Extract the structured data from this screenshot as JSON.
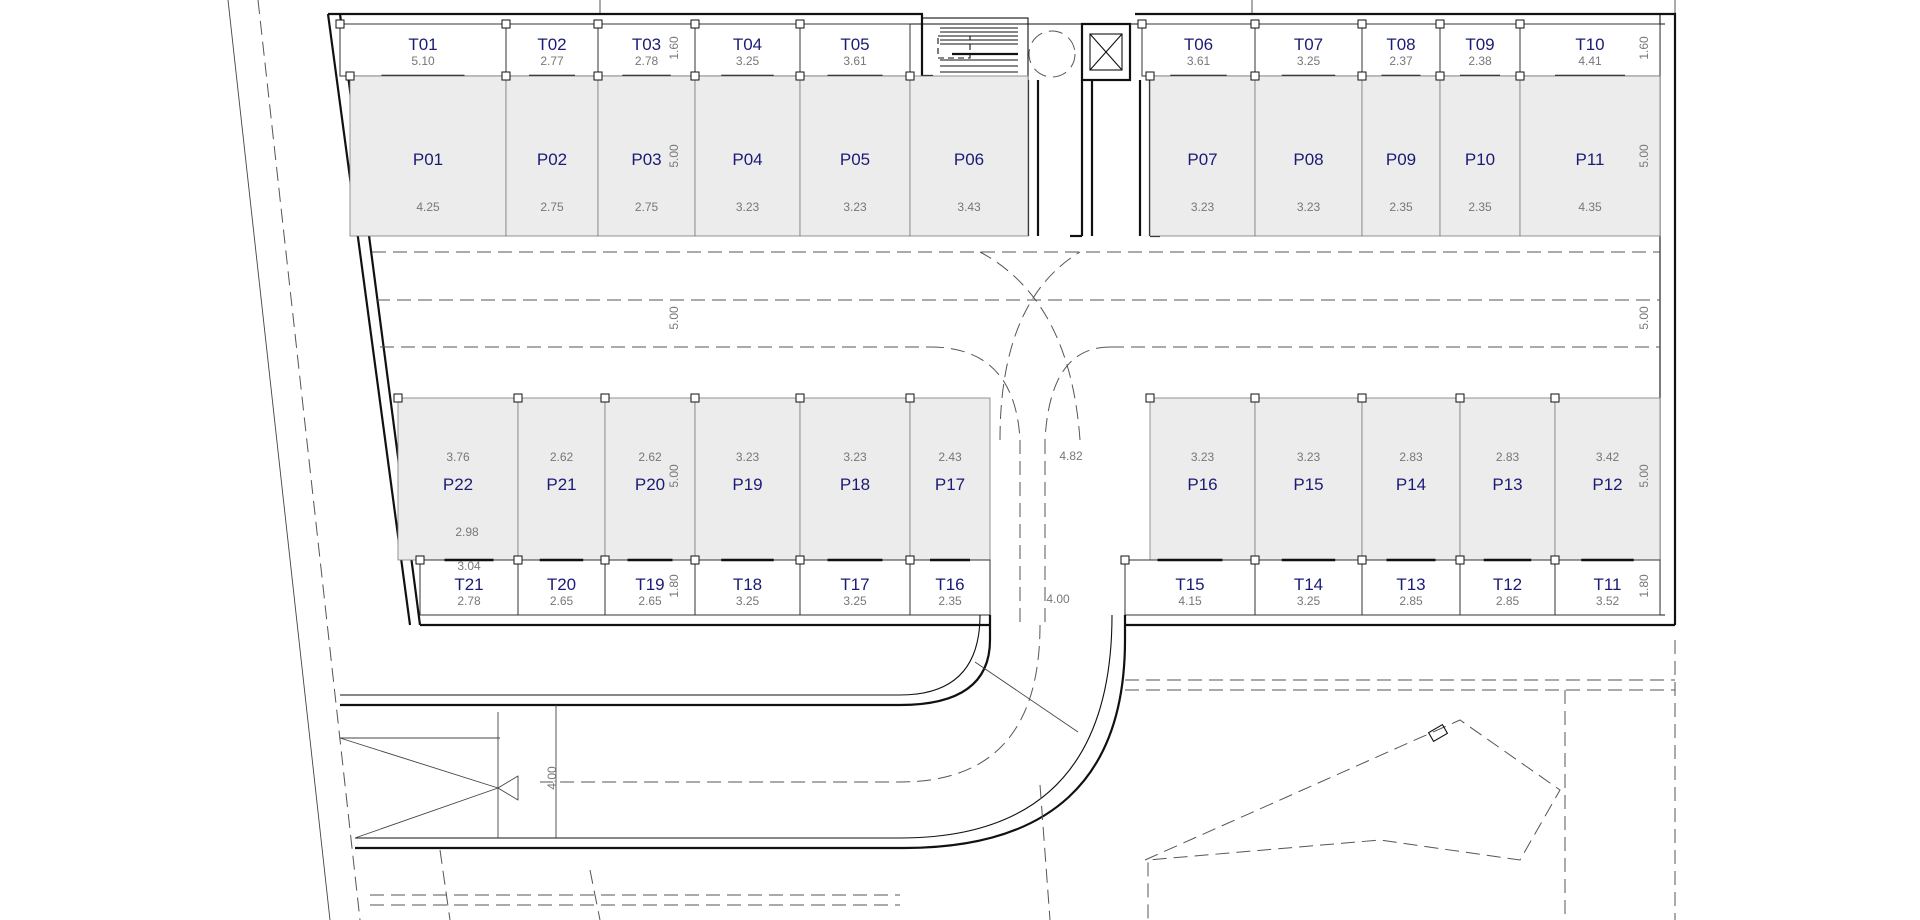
{
  "storage_top": [
    {
      "label": "T01",
      "dim": "5.10"
    },
    {
      "label": "T02",
      "dim": "2.77"
    },
    {
      "label": "T03",
      "dim": "2.78"
    },
    {
      "label": "T04",
      "dim": "3.25"
    },
    {
      "label": "T05",
      "dim": "3.61"
    },
    {
      "label": "T06",
      "dim": "3.61"
    },
    {
      "label": "T07",
      "dim": "3.25"
    },
    {
      "label": "T08",
      "dim": "2.37"
    },
    {
      "label": "T09",
      "dim": "2.38"
    },
    {
      "label": "T10",
      "dim": "4.41"
    }
  ],
  "parking_top": [
    {
      "label": "P01",
      "dim": "4.25"
    },
    {
      "label": "P02",
      "dim": "2.75"
    },
    {
      "label": "P03",
      "dim": "2.75"
    },
    {
      "label": "P04",
      "dim": "3.23"
    },
    {
      "label": "P05",
      "dim": "3.23"
    },
    {
      "label": "P06",
      "dim": "3.43"
    },
    {
      "label": "P07",
      "dim": "3.23"
    },
    {
      "label": "P08",
      "dim": "3.23"
    },
    {
      "label": "P09",
      "dim": "2.35"
    },
    {
      "label": "P10",
      "dim": "2.35"
    },
    {
      "label": "P11",
      "dim": "4.35"
    }
  ],
  "parking_bottom": [
    {
      "label": "P22",
      "dim": "3.76"
    },
    {
      "label": "P21",
      "dim": "2.62"
    },
    {
      "label": "P20",
      "dim": "2.62"
    },
    {
      "label": "P19",
      "dim": "3.23"
    },
    {
      "label": "P18",
      "dim": "3.23"
    },
    {
      "label": "P17",
      "dim": "2.43"
    },
    {
      "label": "P16",
      "dim": "3.23"
    },
    {
      "label": "P15",
      "dim": "3.23"
    },
    {
      "label": "P14",
      "dim": "2.83"
    },
    {
      "label": "P13",
      "dim": "2.83"
    },
    {
      "label": "P12",
      "dim": "3.42"
    }
  ],
  "storage_bottom": [
    {
      "label": "T21",
      "dim": "2.78"
    },
    {
      "label": "T20",
      "dim": "2.65"
    },
    {
      "label": "T19",
      "dim": "2.65"
    },
    {
      "label": "T18",
      "dim": "3.25"
    },
    {
      "label": "T17",
      "dim": "3.25"
    },
    {
      "label": "T16",
      "dim": "2.35"
    },
    {
      "label": "T15",
      "dim": "4.15"
    },
    {
      "label": "T14",
      "dim": "3.25"
    },
    {
      "label": "T13",
      "dim": "2.85"
    },
    {
      "label": "T12",
      "dim": "2.85"
    },
    {
      "label": "T11",
      "dim": "3.52"
    }
  ],
  "dimensions": {
    "storage_depth": "1.60",
    "storage_depth_bottom": "1.80",
    "parking_depth": "5.00",
    "aisle_width": "5.00",
    "ramp_opening": "4.82",
    "ramp_entry": "4.00",
    "ramp_width": "4.00",
    "p22_extra_1": "2.98",
    "p22_extra_2": "3.04"
  }
}
